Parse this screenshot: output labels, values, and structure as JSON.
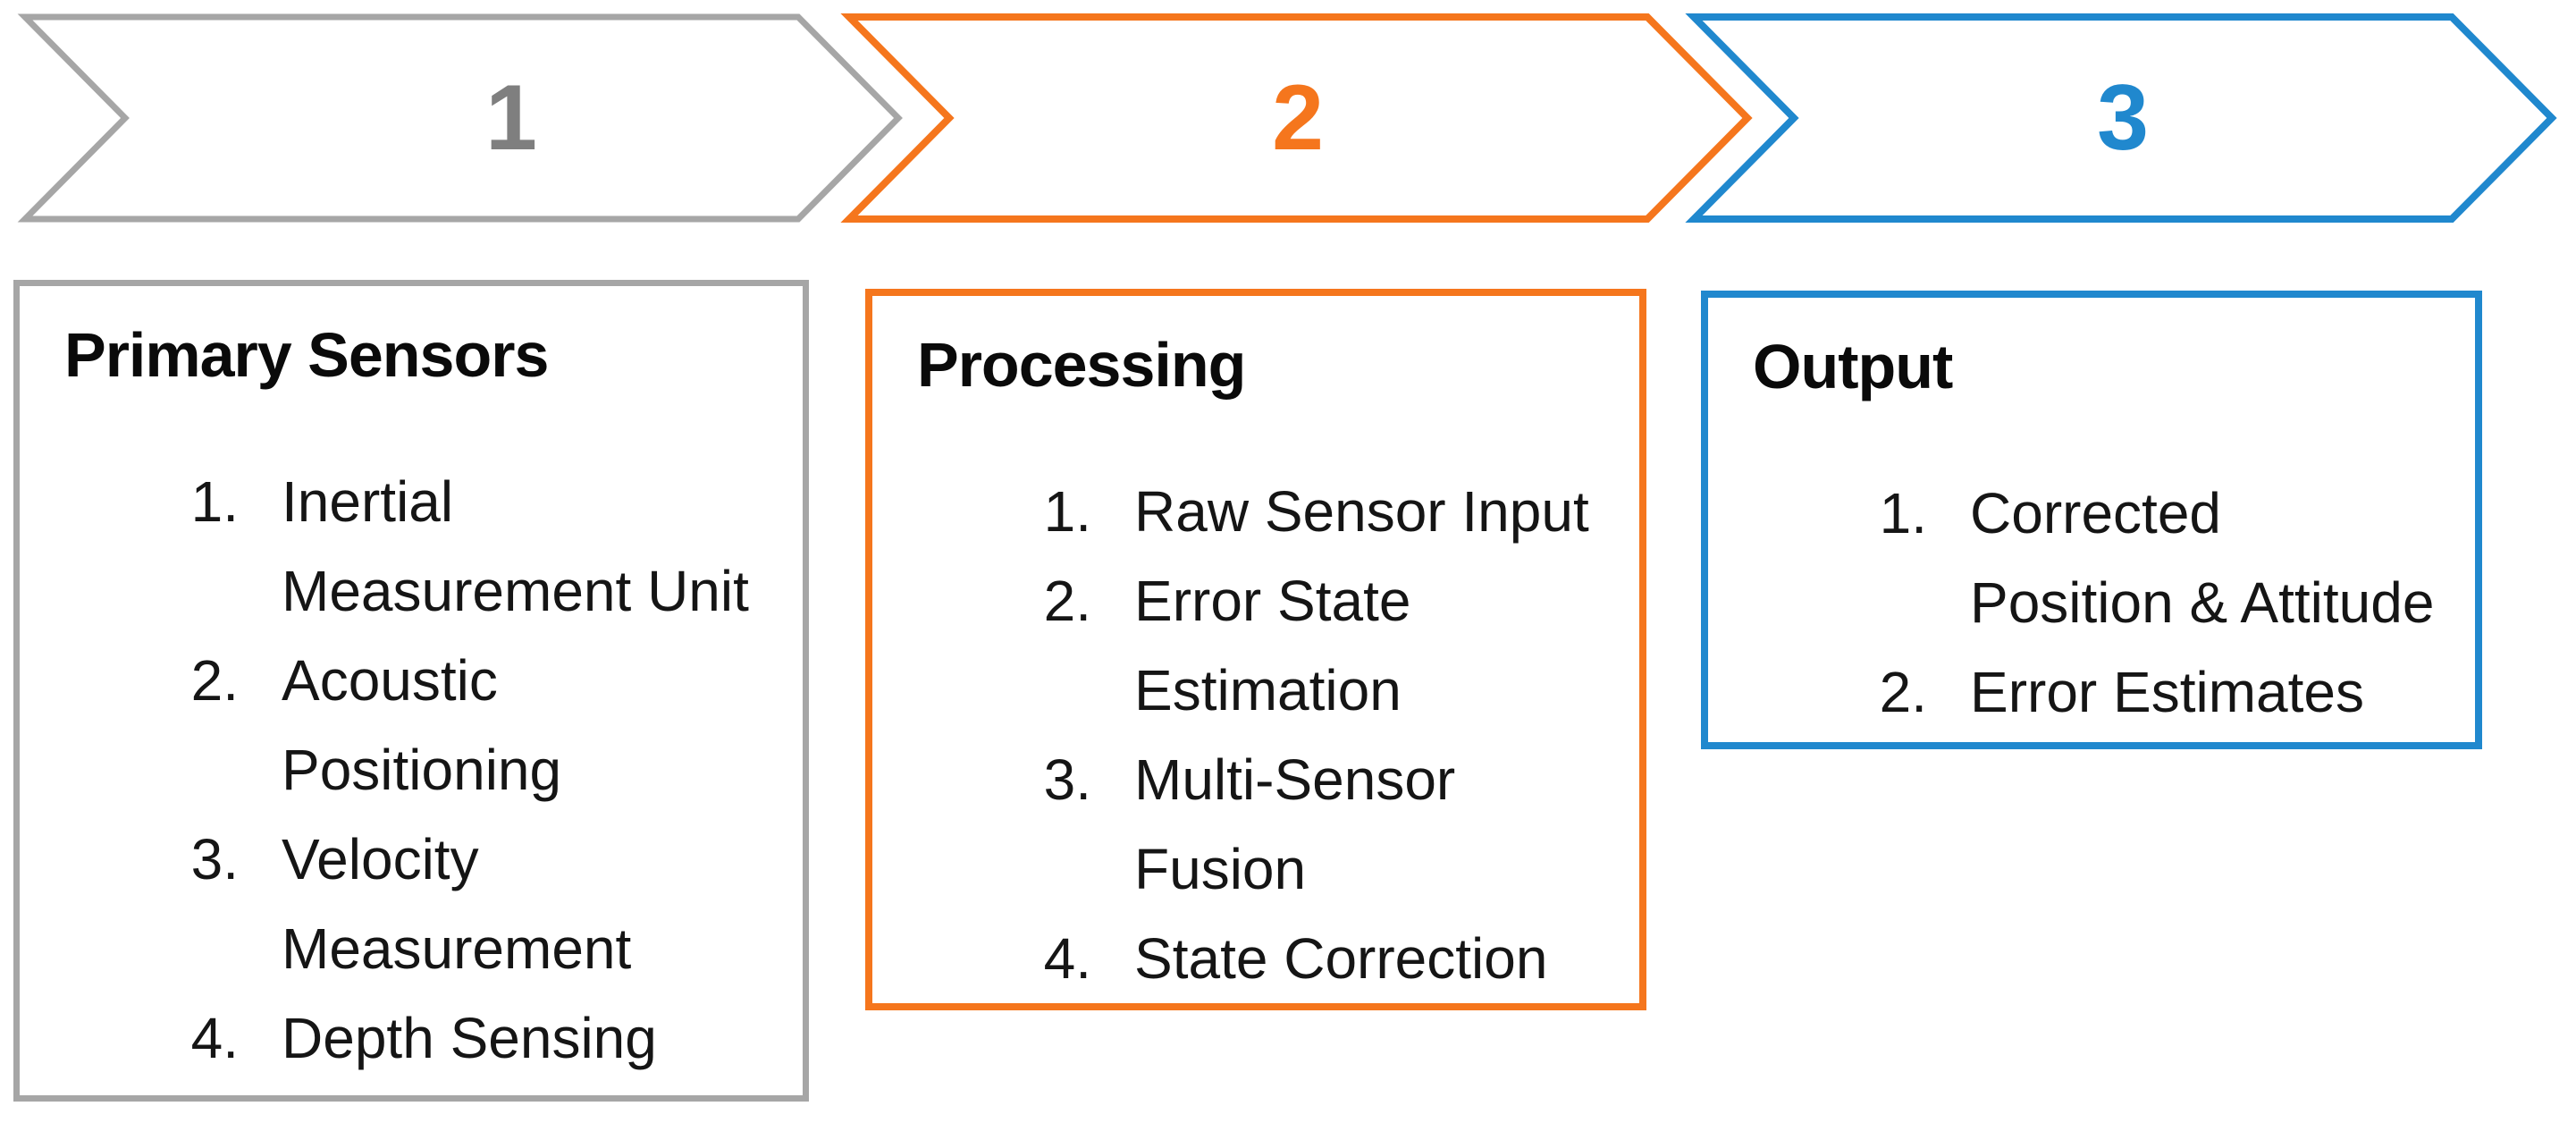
{
  "palette": {
    "gray_border": "#A6A6A6",
    "gray_number": "#7F7F7F",
    "orange": "#F5761D",
    "blue": "#2088CE",
    "text": "#111111",
    "background": "#FFFFFF"
  },
  "steps": [
    {
      "number": "1",
      "color": "#A6A6A6"
    },
    {
      "number": "2",
      "color": "#F5761D"
    },
    {
      "number": "3",
      "color": "#2088CE"
    }
  ],
  "boxes": [
    {
      "title": "Primary Sensors",
      "items": [
        {
          "num": "1.",
          "lines": [
            "Inertial",
            "Measurement Unit"
          ]
        },
        {
          "num": "2.",
          "lines": [
            "Acoustic",
            "Positioning"
          ]
        },
        {
          "num": "3.",
          "lines": [
            "Velocity",
            "Measurement"
          ]
        },
        {
          "num": "4.",
          "lines": [
            "Depth Sensing"
          ]
        }
      ]
    },
    {
      "title": "Processing",
      "items": [
        {
          "num": "1.",
          "lines": [
            "Raw Sensor Input"
          ]
        },
        {
          "num": "2.",
          "lines": [
            "Error State",
            "Estimation"
          ]
        },
        {
          "num": "3.",
          "lines": [
            "Multi-Sensor",
            "Fusion"
          ]
        },
        {
          "num": "4.",
          "lines": [
            "State Correction"
          ]
        }
      ]
    },
    {
      "title": "Output",
      "items": [
        {
          "num": "1.",
          "lines": [
            "Corrected",
            "Position & Attitude"
          ]
        },
        {
          "num": "2.",
          "lines": [
            "Error Estimates"
          ]
        }
      ]
    }
  ]
}
